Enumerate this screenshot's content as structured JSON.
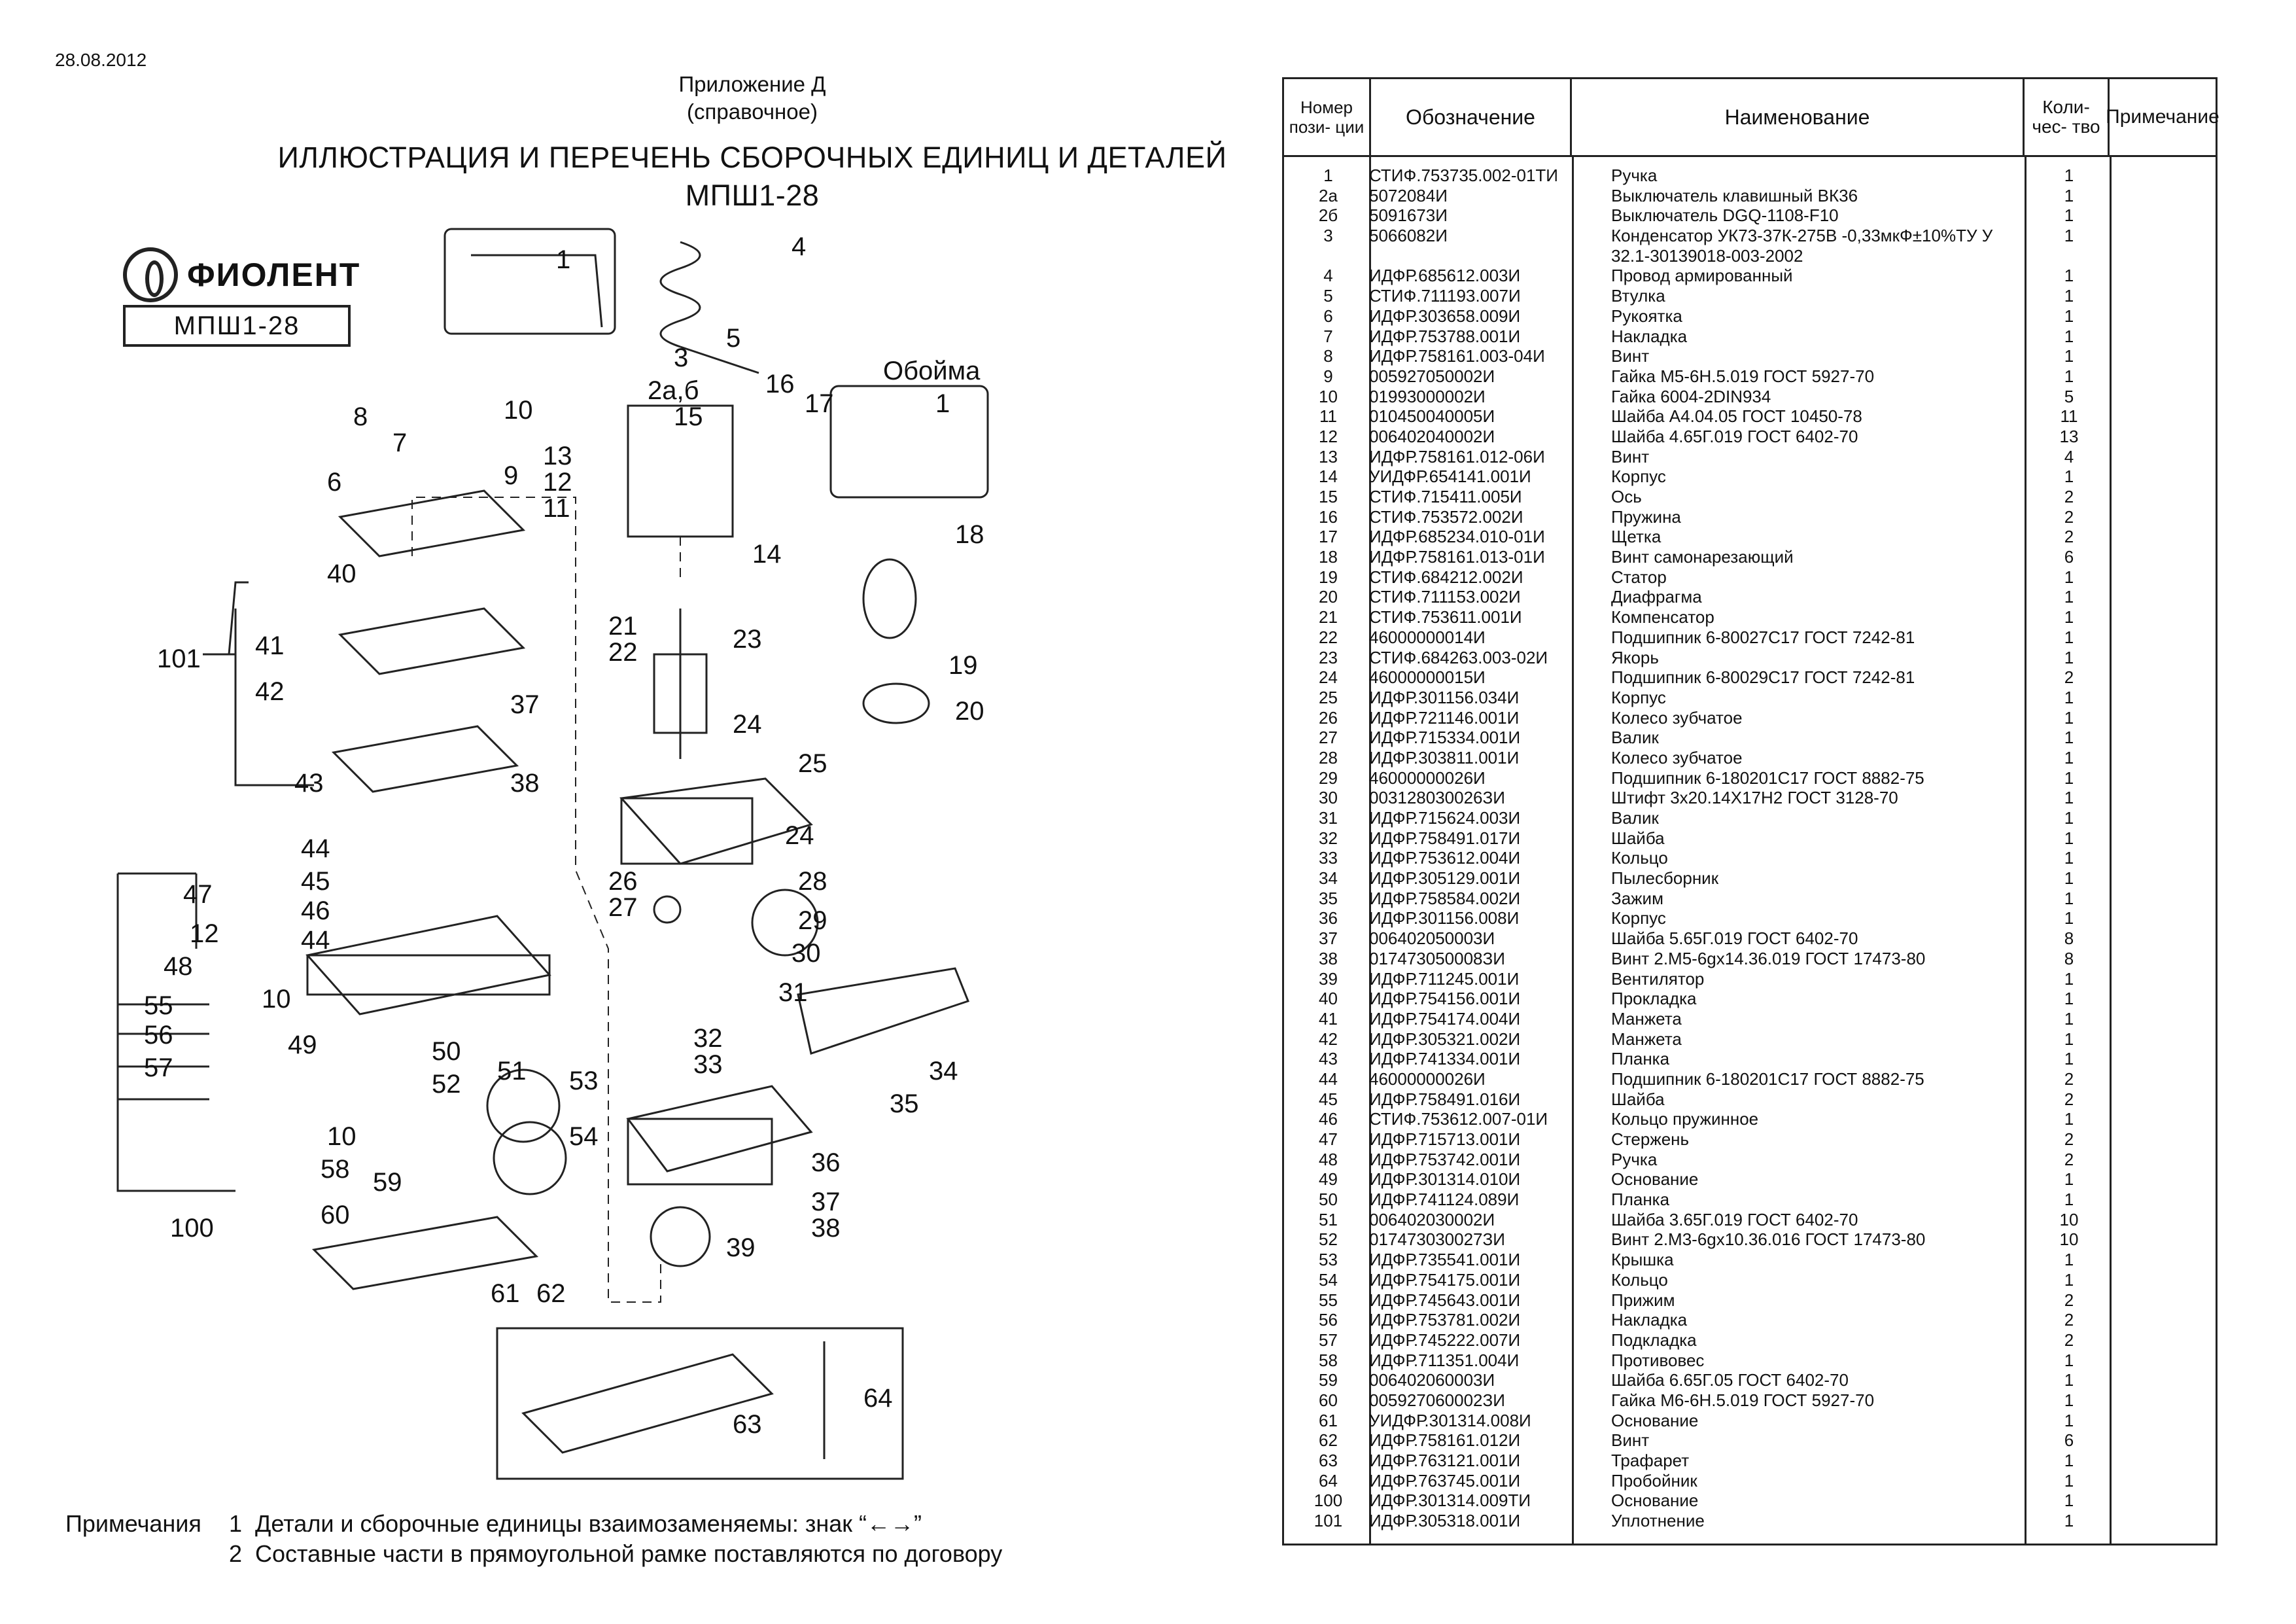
{
  "date": "28.08.2012",
  "appendix": {
    "line1": "Приложение Д",
    "line2": "(справочное)"
  },
  "title": {
    "line1": "ИЛЛЮСТРАЦИЯ И ПЕРЕЧЕНЬ СБОРОЧНЫХ ЕДИНИЦ И ДЕТАЛЕЙ",
    "line2": "МПШ1-28"
  },
  "brand": {
    "name": "ФИОЛЕНТ",
    "model": "МПШ1-28"
  },
  "diagram": {
    "inset_label": "Обойма",
    "callouts": [
      "1",
      "1",
      "2а,б",
      "3",
      "4",
      "5",
      "6",
      "7",
      "8",
      "9",
      "10",
      "10",
      "10",
      "11",
      "12",
      "12",
      "13",
      "14",
      "15",
      "16",
      "17",
      "18",
      "19",
      "20",
      "21",
      "22",
      "23",
      "24",
      "24",
      "25",
      "26",
      "27",
      "28",
      "29",
      "30",
      "31",
      "32",
      "33",
      "34",
      "35",
      "36",
      "37",
      "37",
      "38",
      "38",
      "39",
      "40",
      "41",
      "42",
      "43",
      "44",
      "44",
      "45",
      "46",
      "47",
      "48",
      "49",
      "50",
      "51",
      "52",
      "53",
      "54",
      "55",
      "56",
      "57",
      "58",
      "59",
      "60",
      "61",
      "62",
      "63",
      "64",
      "100",
      "101"
    ]
  },
  "notes": {
    "title": "Примечания",
    "items": [
      {
        "n": "1",
        "text": "Детали и сборочные единицы взаимозаменяемы: знак “←→”"
      },
      {
        "n": "2",
        "text": "Составные части в прямоугольной рамке поставляются  по договору"
      }
    ]
  },
  "table": {
    "headers": {
      "pos": "Номер пози- ции",
      "designation": "Обозначение",
      "name": "Наименование",
      "qty": "Коли- чес- тво",
      "note": "Примечание"
    },
    "rows": [
      {
        "pos": "1",
        "code": "СТИФ.753735.002-01ТИ",
        "name": "Ручка",
        "qty": "1"
      },
      {
        "pos": "2а",
        "code": "5072084И",
        "name": "Выключатель клавишный ВК36",
        "qty": "1"
      },
      {
        "pos": "2б",
        "code": "5091673И",
        "name": "Выключатель DGQ-1108-F10",
        "qty": "1"
      },
      {
        "pos": "3",
        "code": "5066082И",
        "name": "Конденсатор УК73-37К-275В -0,33мкФ±10%ТУ У 32.1-30139018-003-2002",
        "qty": "1"
      },
      {
        "pos": "4",
        "code": "ИДФР.685612.003И",
        "name": "Провод армированный",
        "qty": "1"
      },
      {
        "pos": "5",
        "code": "СТИФ.711193.007И",
        "name": "Втулка",
        "qty": "1"
      },
      {
        "pos": "6",
        "code": "ИДФР.303658.009И",
        "name": "Рукоятка",
        "qty": "1"
      },
      {
        "pos": "7",
        "code": "ИДФР.753788.001И",
        "name": "Накладка",
        "qty": "1"
      },
      {
        "pos": "8",
        "code": "ИДФР.758161.003-04И",
        "name": "Винт",
        "qty": "1"
      },
      {
        "pos": "9",
        "code": "005927050002И",
        "name": "Гайка М5-6Н.5.019 ГОСТ 5927-70",
        "qty": "1"
      },
      {
        "pos": "10",
        "code": "01993000002И",
        "name": "Гайка 6004-2DIN934",
        "qty": "5"
      },
      {
        "pos": "11",
        "code": "010450040005И",
        "name": "Шайба А4.04.05 ГОСТ 10450-78",
        "qty": "11"
      },
      {
        "pos": "12",
        "code": "006402040002И",
        "name": "Шайба 4.65Г.019 ГОСТ 6402-70",
        "qty": "13"
      },
      {
        "pos": "13",
        "code": "ИДФР.758161.012-06И",
        "name": "Винт",
        "qty": "4"
      },
      {
        "pos": "14",
        "code": "УИДФР.654141.001И",
        "name": "Корпус",
        "qty": "1"
      },
      {
        "pos": "15",
        "code": "СТИФ.715411.005И",
        "name": "Ось",
        "qty": "2"
      },
      {
        "pos": "16",
        "code": "СТИФ.753572.002И",
        "name": "Пружина",
        "qty": "2"
      },
      {
        "pos": "17",
        "code": "ИДФР.685234.010-01И",
        "name": "Щетка",
        "qty": "2"
      },
      {
        "pos": "18",
        "code": "ИДФР.758161.013-01И",
        "name": "Винт самонарезающий",
        "qty": "6"
      },
      {
        "pos": "19",
        "code": "СТИФ.684212.002И",
        "name": "Статор",
        "qty": "1"
      },
      {
        "pos": "20",
        "code": "СТИФ.711153.002И",
        "name": "Диафрагма",
        "qty": "1"
      },
      {
        "pos": "21",
        "code": "СТИФ.753611.001И",
        "name": "Компенсатор",
        "qty": "1"
      },
      {
        "pos": "22",
        "code": "46000000014И",
        "name": "Подшипник 6-80027С17 ГОСТ 7242-81",
        "qty": "1"
      },
      {
        "pos": "23",
        "code": "СТИФ.684263.003-02И",
        "name": "Якорь",
        "qty": "1"
      },
      {
        "pos": "24",
        "code": "46000000015И",
        "name": "Подшипник 6-80029С17 ГОСТ 7242-81",
        "qty": "2"
      },
      {
        "pos": "25",
        "code": "ИДФР.301156.034И",
        "name": "Корпус",
        "qty": "1"
      },
      {
        "pos": "26",
        "code": "ИДФР.721146.001И",
        "name": "Колесо зубчатое",
        "qty": "1"
      },
      {
        "pos": "27",
        "code": "ИДФР.715334.001И",
        "name": "Валик",
        "qty": "1"
      },
      {
        "pos": "28",
        "code": "ИДФР.303811.001И",
        "name": "Колесо зубчатое",
        "qty": "1"
      },
      {
        "pos": "29",
        "code": "46000000026И",
        "name": "Подшипник 6-180201С17 ГОСТ 8882-75",
        "qty": "1"
      },
      {
        "pos": "30",
        "code": "003128030026ЗИ",
        "name": "Штифт 3х20.14Х17Н2 ГОСТ 3128-70",
        "qty": "1"
      },
      {
        "pos": "31",
        "code": "ИДФР.715624.003И",
        "name": "Валик",
        "qty": "1"
      },
      {
        "pos": "32",
        "code": "ИДФР.758491.017И",
        "name": "Шайба",
        "qty": "1"
      },
      {
        "pos": "33",
        "code": "ИДФР.753612.004И",
        "name": "Кольцо",
        "qty": "1"
      },
      {
        "pos": "34",
        "code": "ИДФР.305129.001И",
        "name": "Пылесборник",
        "qty": "1"
      },
      {
        "pos": "35",
        "code": "ИДФР.758584.002И",
        "name": "Зажим",
        "qty": "1"
      },
      {
        "pos": "36",
        "code": "ИДФР.301156.008И",
        "name": "Корпус",
        "qty": "1"
      },
      {
        "pos": "37",
        "code": "006402050003И",
        "name": "Шайба 5.65Г.019 ГОСТ 6402-70",
        "qty": "8"
      },
      {
        "pos": "38",
        "code": "017473050008ЗИ",
        "name": "Винт 2.М5-6gх14.36.019 ГОСТ 17473-80",
        "qty": "8"
      },
      {
        "pos": "39",
        "code": "ИДФР.711245.001И",
        "name": "Вентилятор",
        "qty": "1"
      },
      {
        "pos": "40",
        "code": "ИДФР.754156.001И",
        "name": "Прокладка",
        "qty": "1"
      },
      {
        "pos": "41",
        "code": "ИДФР.754174.004И",
        "name": "Манжета",
        "qty": "1"
      },
      {
        "pos": "42",
        "code": "ИДФР.305321.002И",
        "name": "Манжета",
        "qty": "1"
      },
      {
        "pos": "43",
        "code": "ИДФР.741334.001И",
        "name": "Планка",
        "qty": "1"
      },
      {
        "pos": "44",
        "code": "46000000026И",
        "name": "Подшипник 6-180201С17 ГОСТ 8882-75",
        "qty": "2"
      },
      {
        "pos": "45",
        "code": "ИДФР.758491.016И",
        "name": "Шайба",
        "qty": "2"
      },
      {
        "pos": "46",
        "code": "СТИФ.753612.007-01И",
        "name": "Кольцо пружинное",
        "qty": "1"
      },
      {
        "pos": "47",
        "code": "ИДФР.715713.001И",
        "name": "Стержень",
        "qty": "2"
      },
      {
        "pos": "48",
        "code": "ИДФР.753742.001И",
        "name": "Ручка",
        "qty": "2"
      },
      {
        "pos": "49",
        "code": "ИДФР.301314.010И",
        "name": "Основание",
        "qty": "1"
      },
      {
        "pos": "50",
        "code": "ИДФР.741124.089И",
        "name": "Планка",
        "qty": "1"
      },
      {
        "pos": "51",
        "code": "006402030002И",
        "name": "Шайба 3.65Г.019 ГОСТ 6402-70",
        "qty": "10"
      },
      {
        "pos": "52",
        "code": "017473030027ЗИ",
        "name": "Винт 2.М3-6gх10.36.016 ГОСТ 17473-80",
        "qty": "10"
      },
      {
        "pos": "53",
        "code": "ИДФР.735541.001И",
        "name": "Крышка",
        "qty": "1"
      },
      {
        "pos": "54",
        "code": "ИДФР.754175.001И",
        "name": "Кольцо",
        "qty": "1"
      },
      {
        "pos": "55",
        "code": "ИДФР.745643.001И",
        "name": "Прижим",
        "qty": "2"
      },
      {
        "pos": "56",
        "code": "ИДФР.753781.002И",
        "name": "Накладка",
        "qty": "2"
      },
      {
        "pos": "57",
        "code": "ИДФР.745222.007И",
        "name": "Подкладка",
        "qty": "2"
      },
      {
        "pos": "58",
        "code": "ИДФР.711351.004И",
        "name": "Противовес",
        "qty": "1"
      },
      {
        "pos": "59",
        "code": "006402060003И",
        "name": "Шайба 6.65Г.05 ГОСТ 6402-70",
        "qty": "1"
      },
      {
        "pos": "60",
        "code": "005927060002ЗИ",
        "name": "Гайка М6-6Н.5.019 ГОСТ 5927-70",
        "qty": "1"
      },
      {
        "pos": "61",
        "code": "УИДФР.301314.008И",
        "name": "Основание",
        "qty": "1"
      },
      {
        "pos": "62",
        "code": "ИДФР.758161.012И",
        "name": "Винт",
        "qty": "6"
      },
      {
        "pos": "63",
        "code": "ИДФР.763121.001И",
        "name": "Трафарет",
        "qty": "1"
      },
      {
        "pos": "64",
        "code": "ИДФР.763745.001И",
        "name": "Пробойник",
        "qty": "1"
      },
      {
        "pos": "100",
        "code": "ИДФР.301314.009ТИ",
        "name": "Основание",
        "qty": "1"
      },
      {
        "pos": "101",
        "code": "ИДФР.305318.001И",
        "name": "Уплотнение",
        "qty": "1"
      }
    ]
  }
}
